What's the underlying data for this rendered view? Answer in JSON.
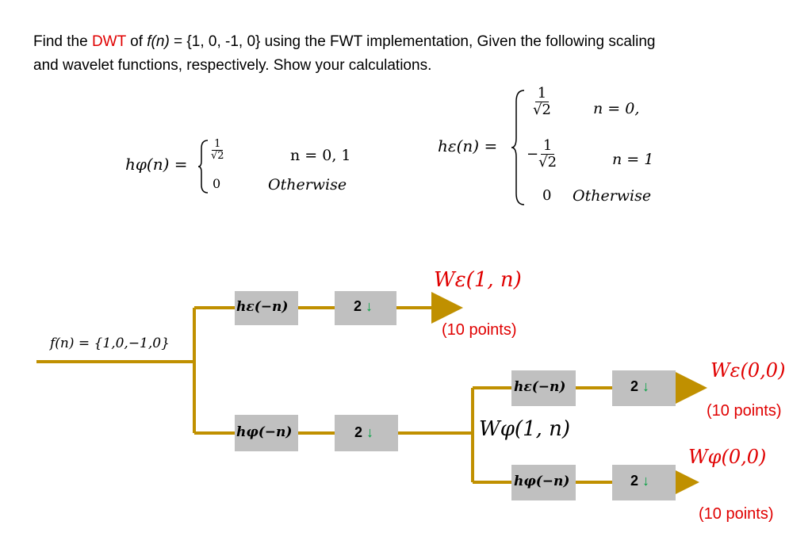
{
  "question": {
    "p1": "Find the ",
    "p2": "DWT",
    "p3": " of ",
    "p4": "f(n)",
    "p5": " = {1, 0, -1, 0} using the FWT implementation, Given the following scaling",
    "p6": "and wavelet functions, respectively. Show your calculations."
  },
  "h_phi": {
    "lhs": "hφ(n) =",
    "case1_num": "1",
    "case1_den": "√2",
    "case1_cond": "n = 0, 1",
    "case2_val": "0",
    "case2_cond": "Otherwise"
  },
  "h_eps": {
    "lhs": "hε(n) =",
    "case1_num": "1",
    "case1_den": "√2",
    "case1_cond": "n = 0,",
    "case2_num": "1",
    "case2_den": "√2",
    "case2_sign": "−",
    "case2_cond": "n = 1",
    "case3_val": "0",
    "case3_cond": "Otherwise"
  },
  "diagram": {
    "input_label": "f(n) = {1,0,−1,0}",
    "box_heps_1": "hε(−n)",
    "box_hphi_1": "hφ(−n)",
    "box_heps_2": "hε(−n)",
    "box_hphi_2": "hφ(−n)",
    "down_label": "2",
    "down_arrow": "↓",
    "w_eps_1n": "Wε(1, n)",
    "w_phi_1n": "Wφ(1, n)",
    "w_eps_00": "Wε(0,0)",
    "w_phi_00": "Wφ(0,0)",
    "points_1": "(10 points)",
    "points_2": "(10 points)",
    "points_3": "(10 points)"
  },
  "colors": {
    "accent_red": "#e00000",
    "line_gold": "#c09000",
    "box_gray": "#c0c0c0",
    "down_green": "#00a040"
  }
}
